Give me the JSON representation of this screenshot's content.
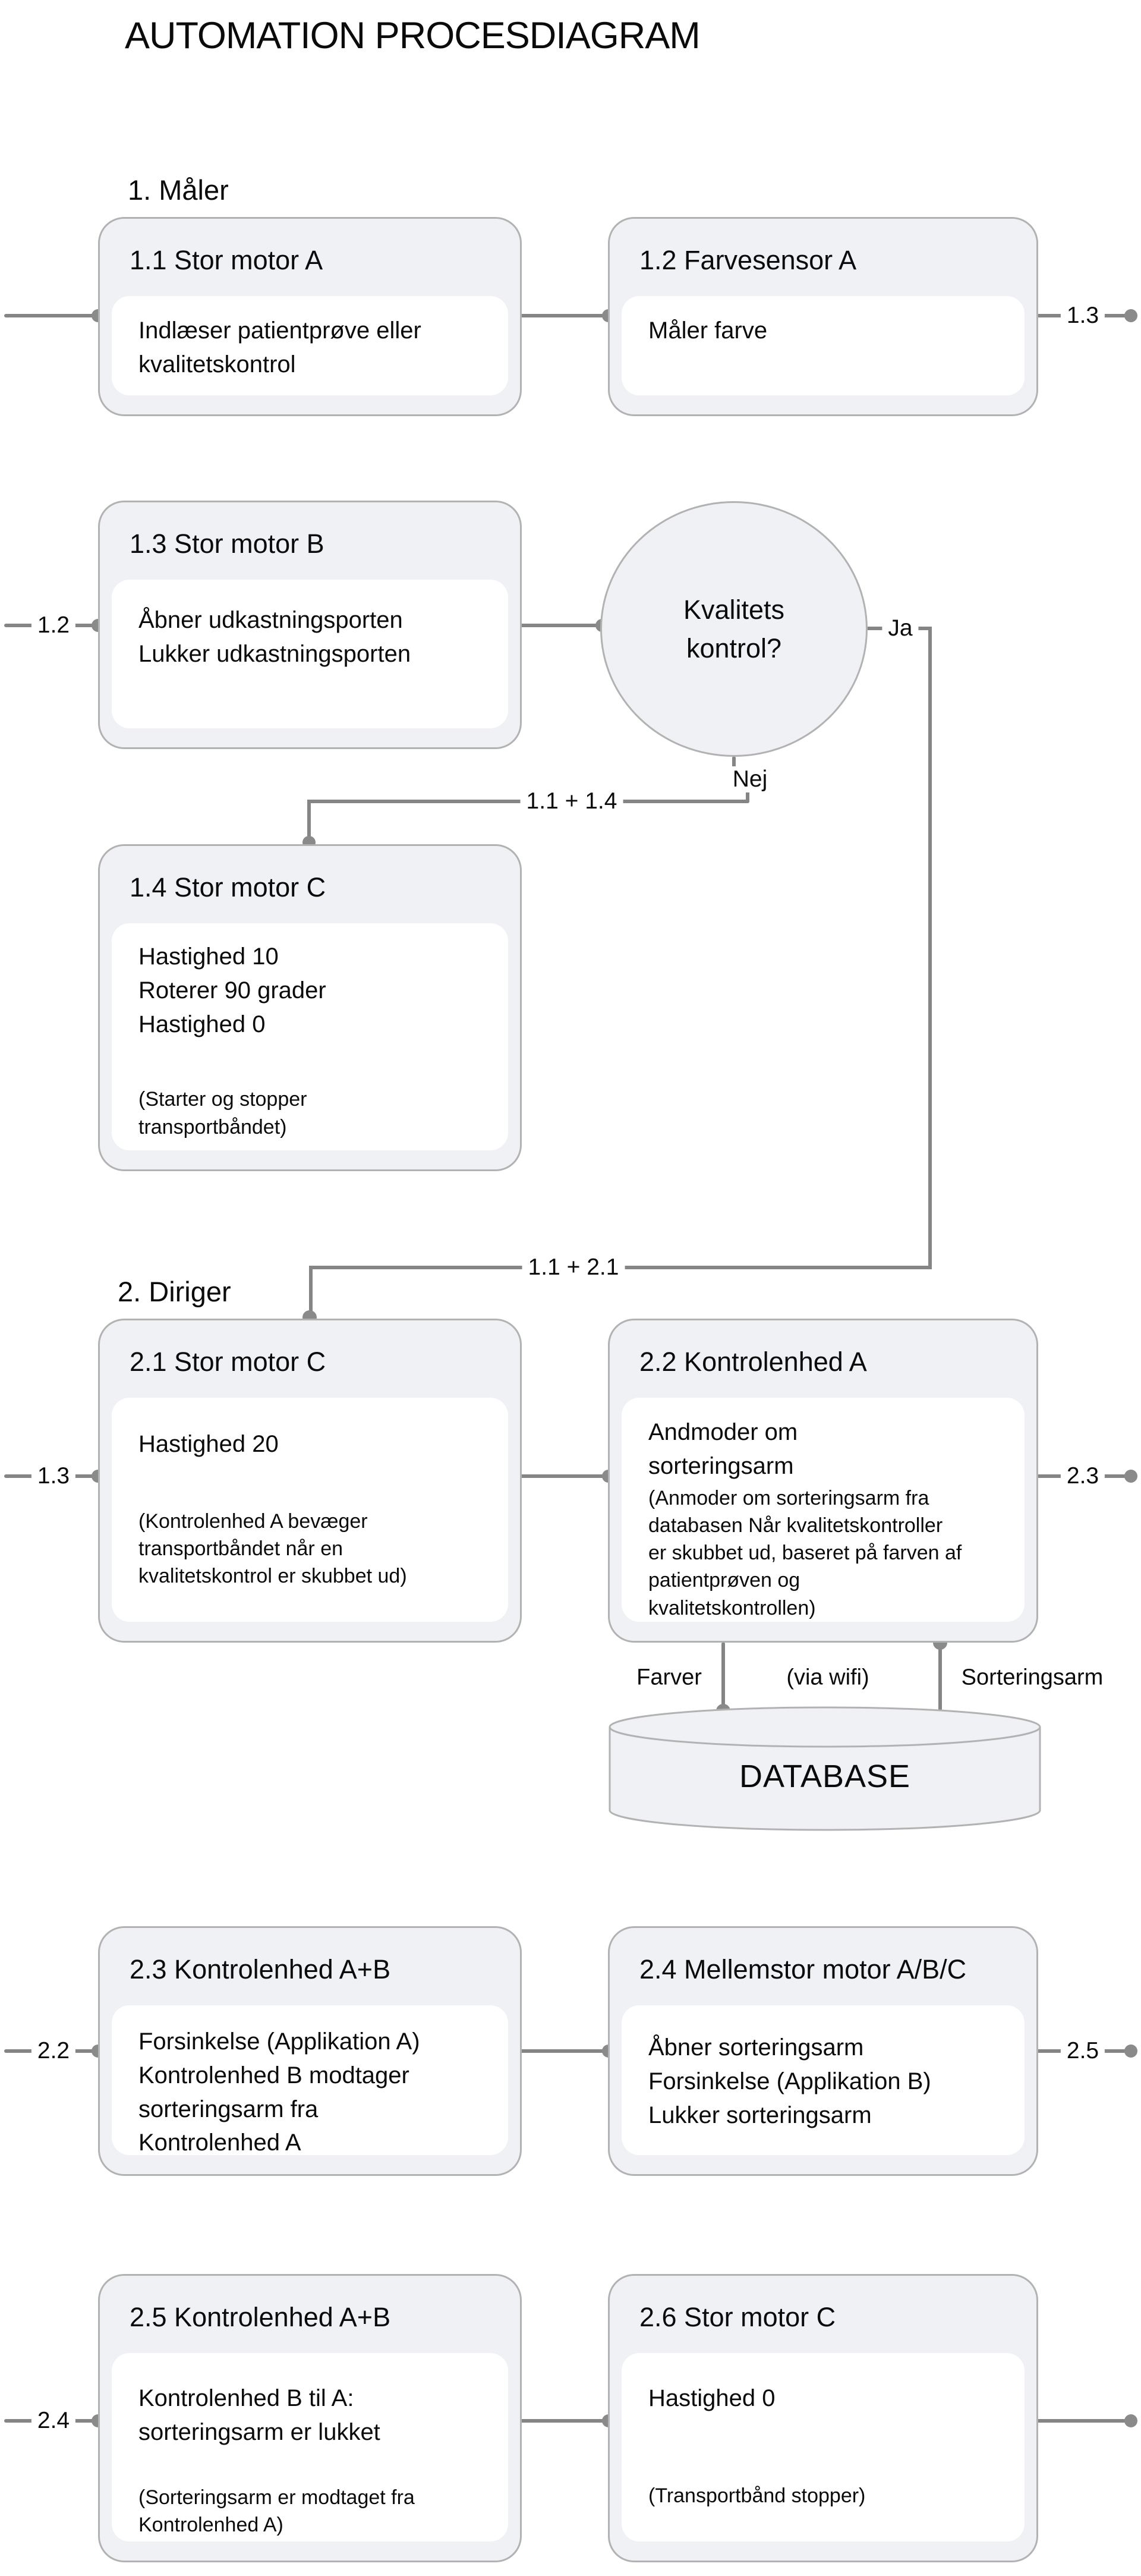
{
  "title": "AUTOMATION PROCESDIAGRAM",
  "sections": {
    "s1": "1. Måler",
    "s2": "2. Diriger"
  },
  "nodes": {
    "n11": {
      "title": "1.1 Stor motor A",
      "body": "Indlæser patientprøve eller\nkvalitetskontrol"
    },
    "n12": {
      "title": "1.2 Farvesensor A",
      "body": "Måler farve"
    },
    "n13": {
      "title": "1.3 Stor motor B",
      "body": "Åbner udkastningsporten\nLukker udkastningsporten"
    },
    "n14": {
      "title": "1.4 Stor motor C",
      "body": "Hastighed 10\nRoterer 90 grader\nHastighed 0",
      "note": "(Starter og stopper\ntransportbåndet)"
    },
    "n21": {
      "title": "2.1 Stor motor C",
      "body": "Hastighed 20",
      "note": "(Kontrolenhed A bevæger\ntransportbåndet når en\nkvalitetskontrol er skubbet ud)"
    },
    "n22": {
      "title": "2.2 Kontrolenhed A",
      "body": "Andmoder om\nsorteringsarm",
      "note": "(Anmoder om sorteringsarm fra\ndatabasen Når kvalitetskontroller\ner skubbet ud, baseret på farven af\npatientprøven og\nkvalitetskontrollen)"
    },
    "n23": {
      "title": "2.3 Kontrolenhed A+B",
      "body": "Forsinkelse (Applikation A)\nKontrolenhed B modtager\nsorteringsarm fra\nKontrolenhed A"
    },
    "n24": {
      "title": "2.4 Mellemstor motor A/B/C",
      "body": "Åbner sorteringsarm\nForsinkelse (Applikation B)\nLukker sorteringsarm"
    },
    "n25": {
      "title": "2.5 Kontrolenhed A+B",
      "body": "Kontrolenhed B til A:\nsorteringsarm er lukket",
      "note": "(Sorteringsarm er modtaget fra\nKontrolenhed A)"
    },
    "n26": {
      "title": "2.6 Stor motor C",
      "body": "Hastighed 0",
      "note": "(Transportbånd stopper)"
    }
  },
  "decision": {
    "label": "Kvalitets\nkontrol?",
    "yes": "Ja",
    "no": "Nej"
  },
  "database": {
    "label": "DATABASE",
    "left_label": "Farver",
    "middle_label": "(via wifi)",
    "right_label": "Sorteringsarm"
  },
  "edge_labels": {
    "r1_out": "1.3",
    "r2_in": "1.2",
    "nej_merge": "1.1 + 1.4",
    "ja_merge": "1.1 + 2.1",
    "r3_in": "1.3",
    "r3_out": "2.3",
    "r4_in": "2.2",
    "r4_out": "2.5",
    "r5_in": "2.4"
  },
  "colors": {
    "node_fill": "#f0f1f5",
    "node_border": "#b2b2b2",
    "line": "#858585",
    "dot": "#8a8a8a",
    "text": "#0b0b0b"
  }
}
